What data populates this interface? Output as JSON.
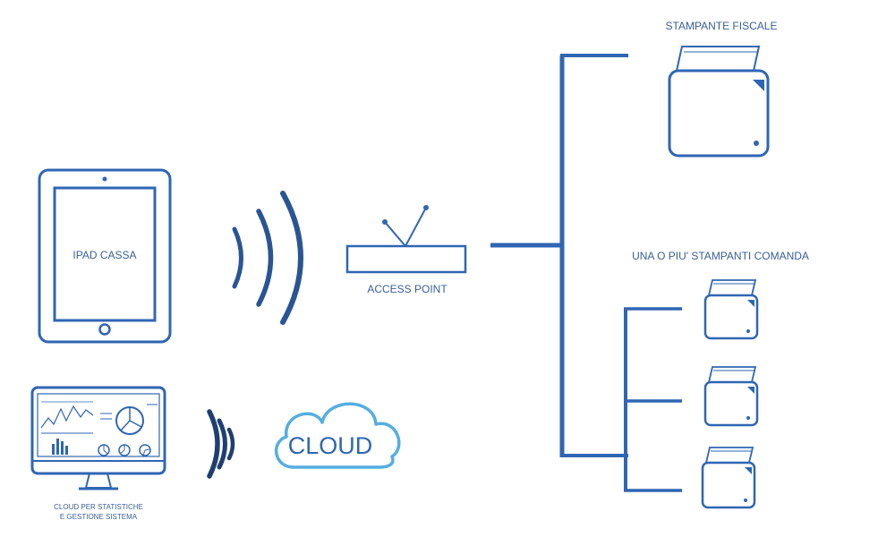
{
  "labels": {
    "ipad": "IPAD CASSA",
    "access_point": "ACCESS POINT",
    "fiscal_printer": "STAMPANTE FISCALE",
    "order_printers": "UNA  O PIU' STAMPANTI COMANDA",
    "cloud": "CLOUD",
    "cloud_monitor_line1": "CLOUD PER STATISTICHE",
    "cloud_monitor_line2": "E GESTIONE SISTEMA"
  },
  "colors": {
    "primary": "#2f66b3",
    "dark": "#2a5594",
    "cloud": "#55aee0",
    "text": "#3a5f95"
  },
  "icons": [
    "tablet-icon",
    "wifi-waves-icon",
    "router-icon",
    "printer-icon",
    "monitor-icon",
    "cloud-icon"
  ]
}
